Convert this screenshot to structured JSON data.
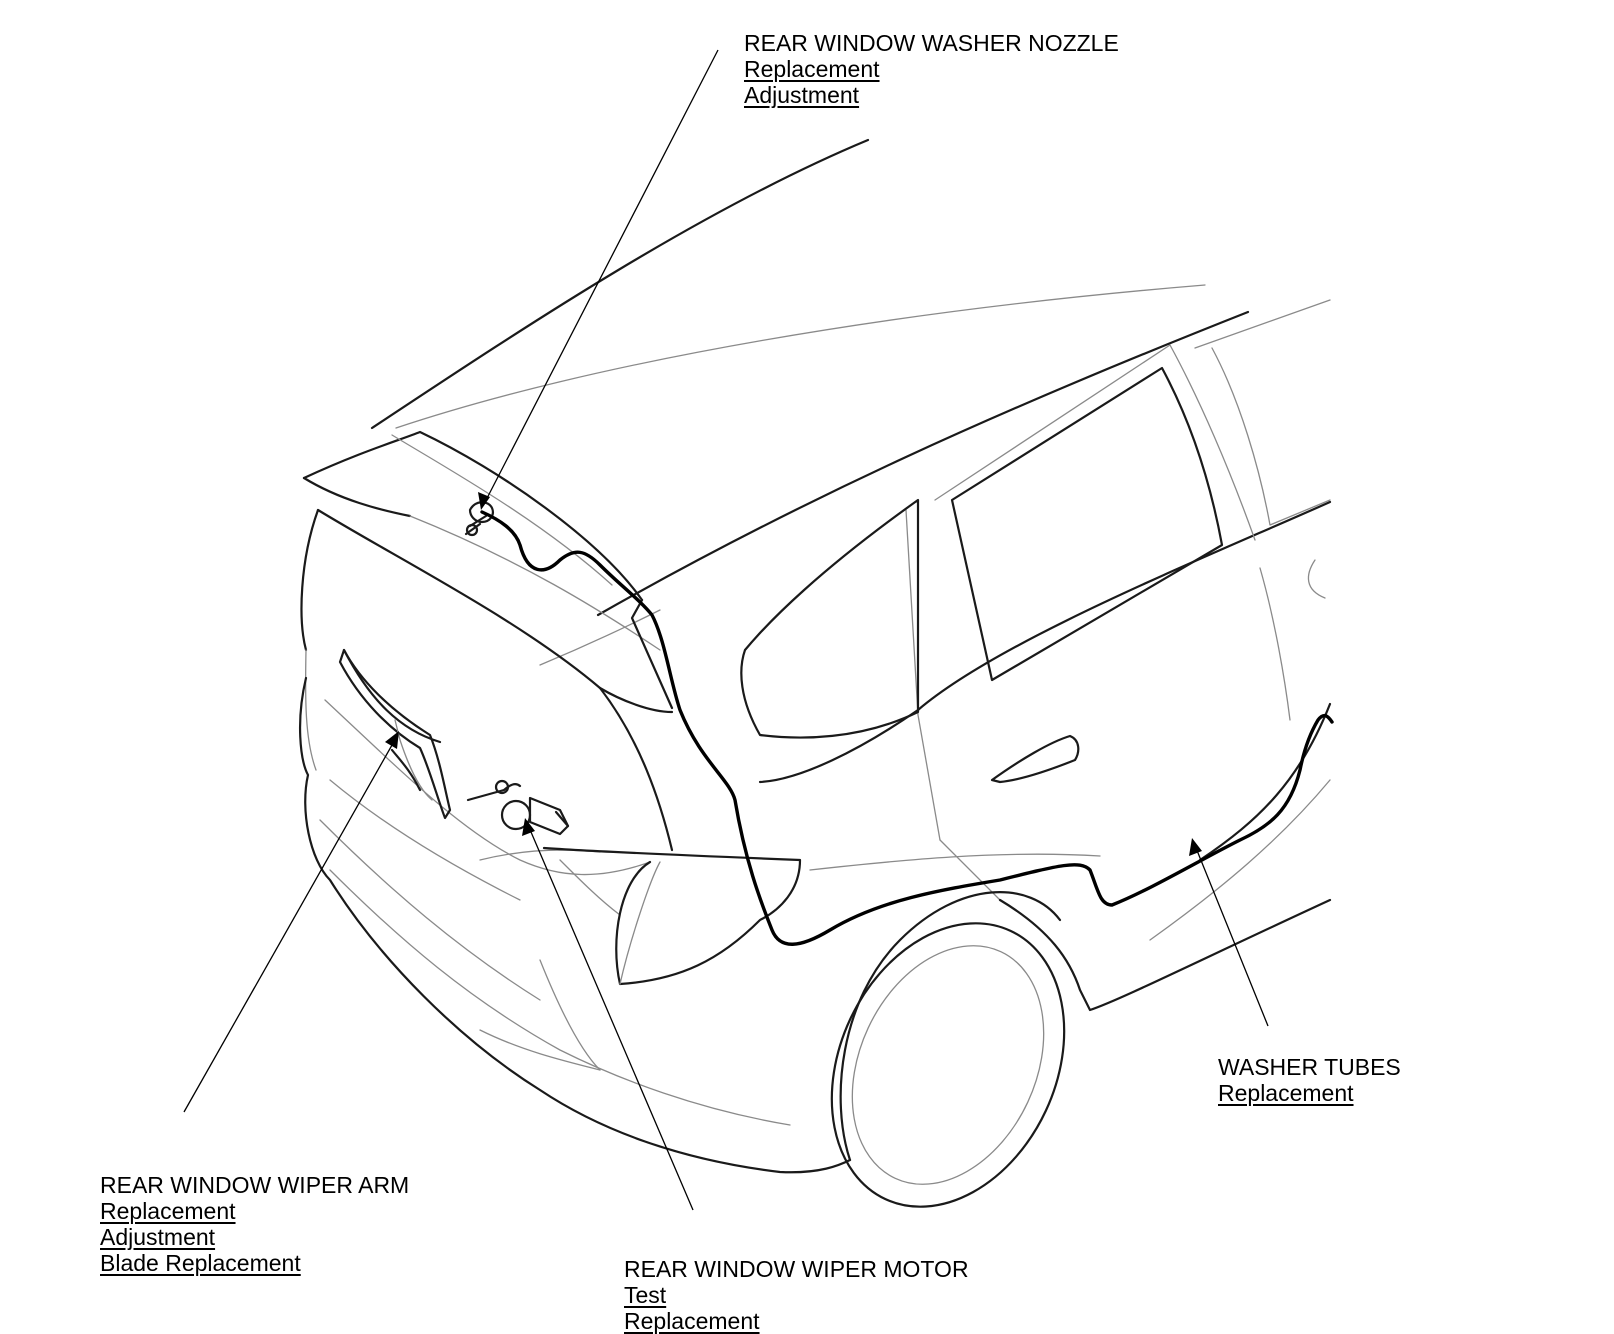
{
  "diagram": {
    "colors": {
      "line": "#1a1a1a",
      "thin_line": "#8a8a8a",
      "tube": "#000000",
      "background": "#ffffff"
    },
    "callouts": {
      "washer_nozzle": {
        "title": "REAR WINDOW WASHER NOZZLE",
        "links": [
          "Replacement",
          "Adjustment"
        ]
      },
      "washer_tubes": {
        "title": "WASHER TUBES",
        "links": [
          "Replacement"
        ]
      },
      "wiper_arm": {
        "title": "REAR WINDOW WIPER ARM",
        "links": [
          "Replacement",
          "Adjustment",
          "Blade Replacement"
        ]
      },
      "wiper_motor": {
        "title": "REAR WINDOW WIPER MOTOR",
        "links": [
          "Test",
          "Replacement"
        ]
      }
    }
  }
}
